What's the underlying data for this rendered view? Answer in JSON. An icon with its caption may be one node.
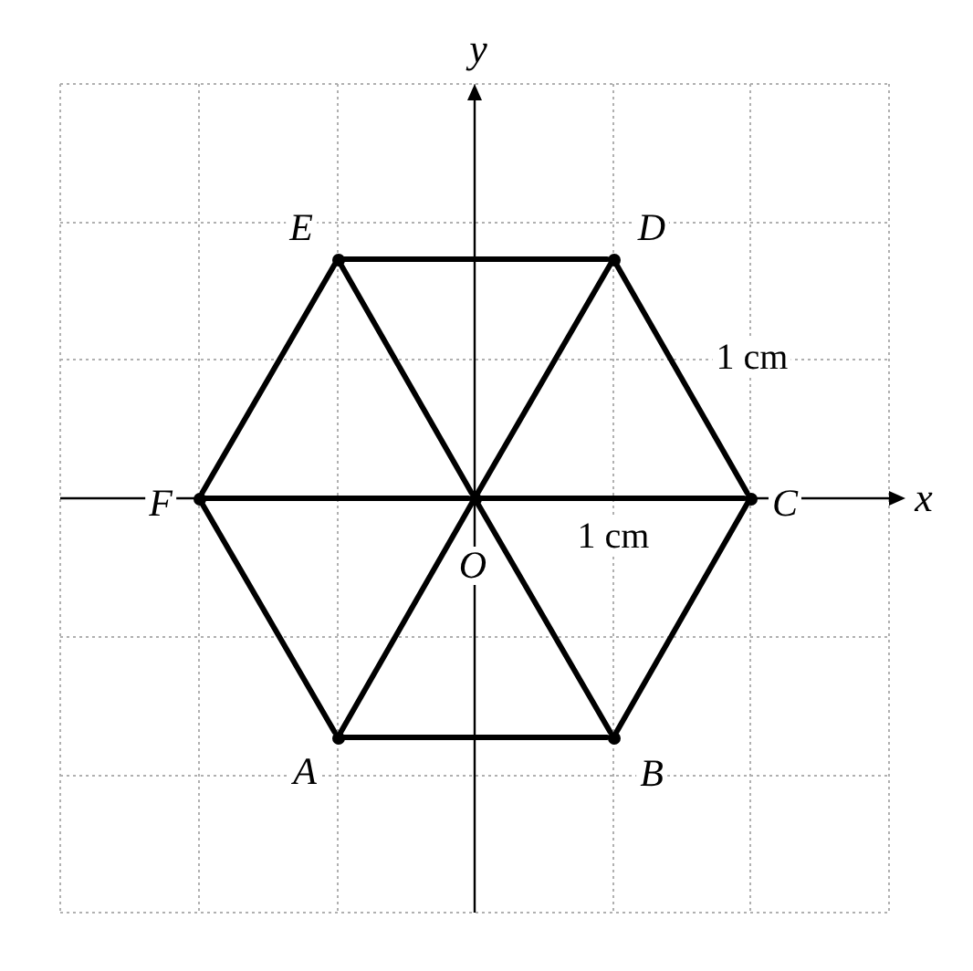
{
  "diagram": {
    "nodes": [
      {
        "text": [],
        "shape": "point",
        "beside": [
          "E"
        ]
      },
      {
        "text": [],
        "shape": "point",
        "beside": [
          "D"
        ]
      },
      {
        "text": [],
        "shape": "point",
        "beside": [
          "F"
        ]
      },
      {
        "text": [],
        "shape": "point",
        "beside": [
          "O"
        ]
      },
      {
        "text": [],
        "shape": "point",
        "beside": [
          "C"
        ]
      },
      {
        "text": [],
        "shape": "point",
        "beside": [
          "A"
        ]
      },
      {
        "text": [],
        "shape": "point",
        "beside": [
          "B"
        ]
      }
    ],
    "edges": [
      {
        "from": 0,
        "to": 1,
        "arrow": "none"
      },
      {
        "from": 1,
        "to": 4,
        "arrow": "none",
        "label": "1 cm"
      },
      {
        "from": 4,
        "to": 6,
        "arrow": "none"
      },
      {
        "from": 6,
        "to": 5,
        "arrow": "none"
      },
      {
        "from": 5,
        "to": 2,
        "arrow": "none"
      },
      {
        "from": 2,
        "to": 0,
        "arrow": "none"
      },
      {
        "from": 3,
        "to": 0,
        "arrow": "none"
      },
      {
        "from": 3,
        "to": 1,
        "arrow": "none"
      },
      {
        "from": 3,
        "to": 2,
        "arrow": "none"
      },
      {
        "from": 3,
        "to": 4,
        "arrow": "none",
        "label": "1 cm"
      },
      {
        "from": 3,
        "to": 5,
        "arrow": "none"
      },
      {
        "from": 3,
        "to": 6,
        "arrow": "none"
      }
    ],
    "labels": [
      "y",
      "x"
    ]
  }
}
